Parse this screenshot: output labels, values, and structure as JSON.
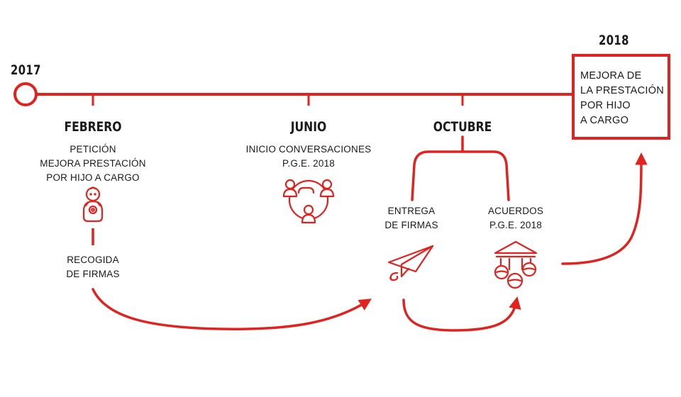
{
  "colors": {
    "accent": "#e0231f",
    "text": "#1a1a1a",
    "background": "#ffffff"
  },
  "timeline": {
    "start_year": "2017",
    "end_year": "2018",
    "result_box_lines": [
      "MEJORA DE",
      "LA PRESTACIÓN",
      "POR HIJO",
      "A CARGO"
    ]
  },
  "stages": {
    "february": {
      "month": "FEBRERO",
      "description_lines": [
        "PETICIÓN",
        "MEJORA PRESTACIÓN",
        "POR HIJO A CARGO"
      ],
      "icon": "baby-icon",
      "sub_label_lines": [
        "RECOGIDA",
        "DE FIRMAS"
      ]
    },
    "june": {
      "month": "JUNIO",
      "description_lines": [
        "INICIO CONVERSACIONES",
        "P.G.E. 2018"
      ],
      "icon": "group-conversation-icon"
    },
    "october": {
      "month": "OCTUBRE",
      "branches": [
        {
          "label_lines": [
            "ENTREGA",
            "DE FIRMAS"
          ],
          "icon": "paper-plane-icon"
        },
        {
          "label_lines": [
            "ACUERDOS",
            "P.G.E. 2018"
          ],
          "icon": "government-building-icon"
        }
      ]
    }
  }
}
